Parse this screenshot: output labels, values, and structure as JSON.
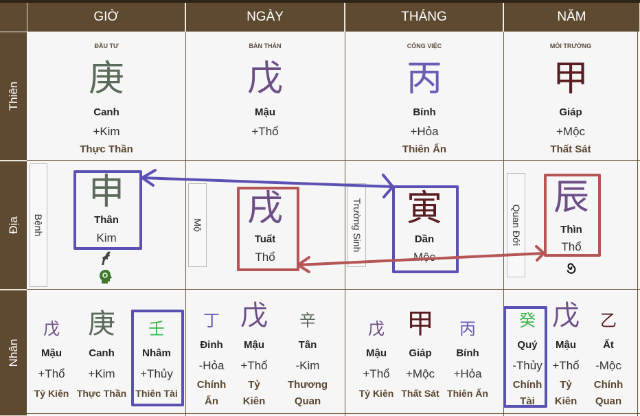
{
  "headers": [
    "GIỜ",
    "NGÀY",
    "THÁNG",
    "NĂM"
  ],
  "rows": [
    "Thiên",
    "Địa",
    "Nhân"
  ],
  "thien": [
    {
      "sub": "ĐẦU TƯ",
      "char": "庚",
      "name": "Canh",
      "element": "+Kim",
      "god": "Thực Thần"
    },
    {
      "sub": "BẢN THÂN",
      "char": "戊",
      "name": "Mậu",
      "element": "+Thổ",
      "god": ""
    },
    {
      "sub": "CÔNG VIỆC",
      "char": "丙",
      "name": "Bính",
      "element": "+Hỏa",
      "god": "Thiên Ấn"
    },
    {
      "sub": "MÔI TRƯỜNG",
      "char": "甲",
      "name": "Giáp",
      "element": "+Mộc",
      "god": "Thất Sát"
    }
  ],
  "dia": [
    {
      "stage": "Bệnh",
      "char": "申",
      "name": "Thân",
      "element": "Kim",
      "icons": [
        "horse-icon",
        "head-gear-icon"
      ]
    },
    {
      "stage": "Mộ",
      "char": "戌",
      "name": "Tuất",
      "element": "Thổ"
    },
    {
      "stage": "Trường Sinh",
      "char": "寅",
      "name": "Dần",
      "element": "Mộc"
    },
    {
      "stage": "Quan Đới",
      "char": "辰",
      "name": "Thìn",
      "element": "Thổ",
      "icons": [
        "spiral-icon"
      ]
    }
  ],
  "nhan": [
    [
      {
        "char": "戊",
        "name": "Mậu",
        "element": "+Thổ",
        "god": "Tỷ Kiên"
      },
      {
        "char": "庚",
        "name": "Canh",
        "element": "+Kim",
        "god": "Thực Thần"
      },
      {
        "char": "壬",
        "name": "Nhâm",
        "element": "+Thủy",
        "god": "Thiên Tài"
      }
    ],
    [
      {
        "char": "丁",
        "name": "Đinh",
        "element": "-Hỏa",
        "god1": "Chính",
        "god2": "Ấn"
      },
      {
        "char": "戊",
        "name": "Mậu",
        "element": "+Thổ",
        "god1": "Tỷ",
        "god2": "Kiên"
      },
      {
        "char": "辛",
        "name": "Tân",
        "element": "-Kim",
        "god1": "Thương",
        "god2": "Quan"
      }
    ],
    [
      {
        "char": "戊",
        "name": "Mậu",
        "element": "+Thổ",
        "god": "Tỷ Kiên"
      },
      {
        "char": "甲",
        "name": "Giáp",
        "element": "+Mộc",
        "god": "Thất Sát"
      },
      {
        "char": "丙",
        "name": "Bính",
        "element": "+Hỏa",
        "god": "Thiên Ấn"
      }
    ],
    [
      {
        "char": "癸",
        "name": "Quý",
        "element": "-Thủy",
        "god1": "Chính",
        "god2": "Tài"
      },
      {
        "char": "戊",
        "name": "Mậu",
        "element": "+Thổ",
        "god1": "Tỷ",
        "god2": "Kiên"
      },
      {
        "char": "乙",
        "name": "Ất",
        "element": "-Mộc",
        "god1": "Chính",
        "god2": "Quan"
      }
    ]
  ],
  "colors": {
    "header": "#5e4a30",
    "highlight_blue": "#5b50b3",
    "highlight_red": "#b55555"
  }
}
